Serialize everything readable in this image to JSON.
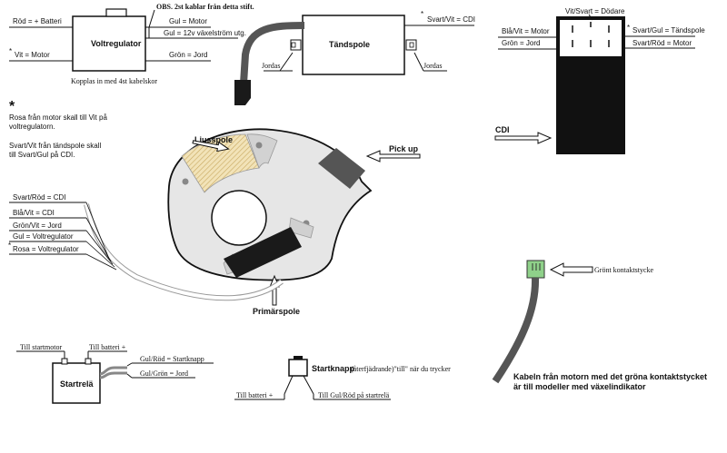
{
  "voltregulator": {
    "title": "Voltregulator",
    "label_rod": "Röd = + Batteri",
    "label_vit": "Vit = Motor",
    "label_gul_motor": "Gul = Motor",
    "label_gul_vaxel": "Gul = 12v växelström utg.",
    "label_gron": "Grön = Jord",
    "obs": "OBS. 2st kablar från detta stift.",
    "footer": "Kopplas in med 4st kabelskor",
    "asterisk": "*"
  },
  "tandspole": {
    "title": "Tändspole",
    "label_svart_vit": "Svart/Vit = CDI",
    "asterisk": "*",
    "jordas_left": "Jordas",
    "jordas_right": "Jordas"
  },
  "cdi": {
    "title": "CDI",
    "label_vit_svart": "Vit/Svart = Dödare",
    "label_bla_vit": "Blå/Vit = Motor",
    "label_gron": "Grön = Jord",
    "label_svart_gul": "Svart/Gul = Tändspole",
    "label_svart_rod": "Svart/Röd = Motor"
  },
  "notes": {
    "asterisk": "*",
    "line1": "Rosa från motor skall till Vit på",
    "line2": "voltregulatorn.",
    "line3": "Svart/Vit från tändspole skall",
    "line4": "till Svart/Gul på CDI."
  },
  "stator": {
    "ljusspole": "Ljusspole",
    "pickup": "Pick up",
    "primarspole": "Primärspole",
    "wires": [
      "Svart/Röd = CDI",
      "Blå/Vit = CDI",
      "Grön/Vit = Jord",
      "Gul = Voltregulator",
      "Rosa = Voltregulator"
    ],
    "wire_asterisk": "*"
  },
  "startrela": {
    "title": "Startrelä",
    "till_startmotor": "Till startmotor",
    "till_batteri": "Till batteri +",
    "gul_rod": "Gul/Röd = Startknapp",
    "gul_gron": "Gul/Grön = Jord"
  },
  "startknapp": {
    "title": "Startknapp",
    "desc": "(återfjädrande)\"till\" när du trycker",
    "till_batteri": "Till batteri +",
    "till_gul_rod": "Till Gul/Röd på startrelä"
  },
  "kontakt": {
    "label": "Grönt kontaktstycke",
    "caption1": "Kabeln från motorn med det gröna kontaktstycket",
    "caption2": "är till modeller med växelindikator"
  }
}
